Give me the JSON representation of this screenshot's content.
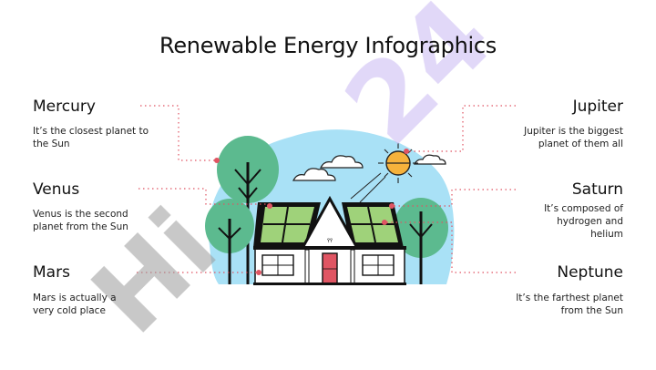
{
  "title": "Renewable Energy Infographics",
  "items": [
    {
      "heading": "Mercury",
      "text": "It’s the closest planet to the Sun"
    },
    {
      "heading": "Venus",
      "text": "Venus is the second planet from the Sun"
    },
    {
      "heading": "Mars",
      "text": "Mars is actually a very cold place"
    },
    {
      "heading": "Jupiter",
      "text": "Jupiter is the biggest planet of them all"
    },
    {
      "heading": "Saturn",
      "text": "It’s composed of hydrogen and helium"
    },
    {
      "heading": "Neptune",
      "text": "It’s the farthest planet from the Sun"
    }
  ],
  "colors": {
    "sky": "#a9e1f6",
    "tree": "#5cba8f",
    "solar_panel": "#9fd27a",
    "door": "#e05563",
    "sun": "#f6b23c",
    "connector": "#e05563",
    "watermark_purple": "#c9b8f2",
    "watermark_gray": "#9b9b9b"
  },
  "watermark": "Hi 24"
}
